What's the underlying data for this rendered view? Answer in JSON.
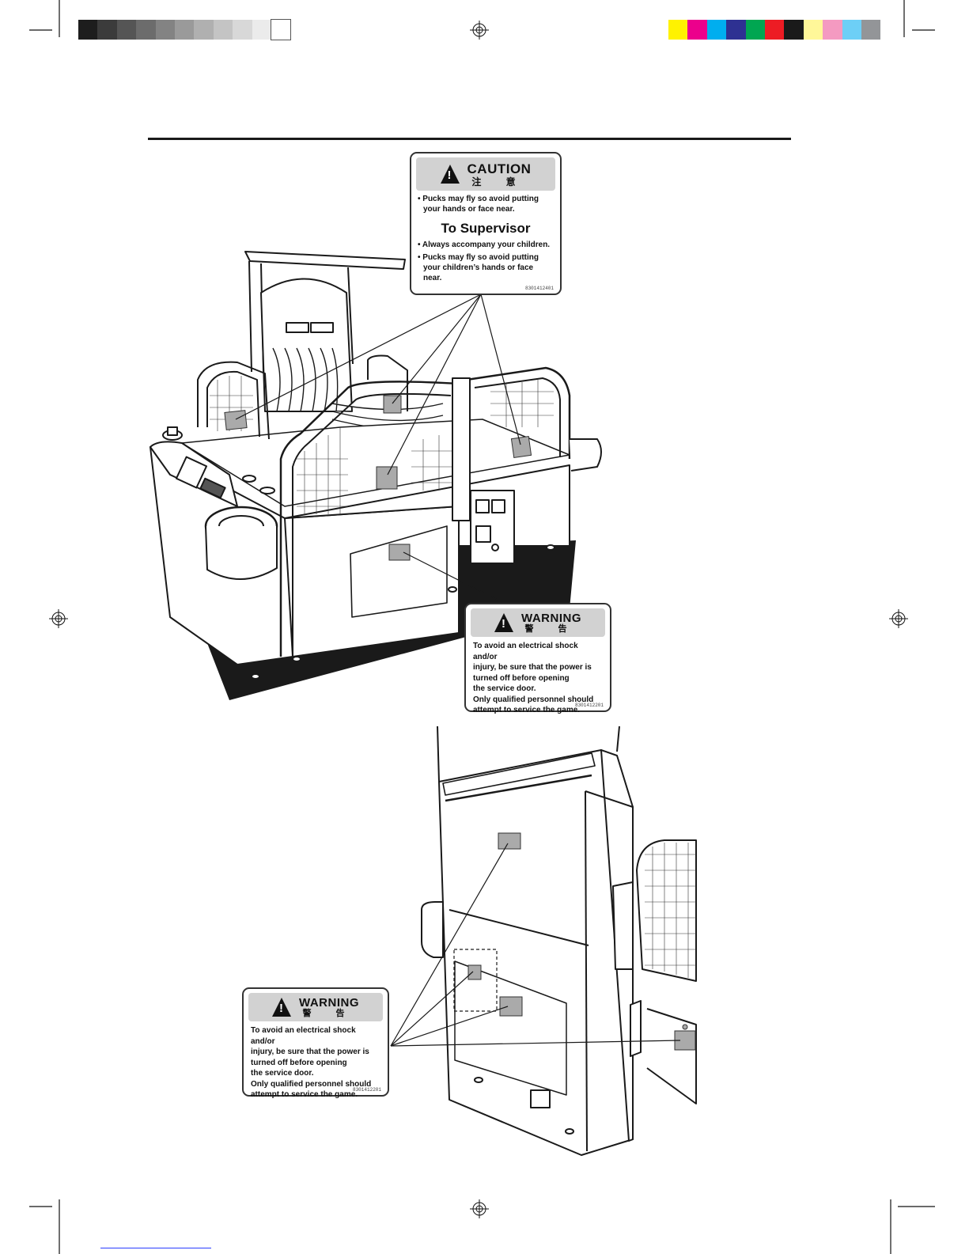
{
  "gray_swatches": [
    "#1d1d1d",
    "#3b3b3b",
    "#555555",
    "#6c6c6c",
    "#838383",
    "#9a9a9a",
    "#b0b0b0",
    "#c4c4c4",
    "#d8d8d8",
    "#ebebeb",
    "#ffffff"
  ],
  "color_swatches": [
    "#fff200",
    "#ec008c",
    "#00aeef",
    "#2e3192",
    "#00a651",
    "#ed1c24",
    "#1a1a1a",
    "#fff799",
    "#f49ac1",
    "#6dcff6",
    "#939598"
  ],
  "caution_label": {
    "title": "CAUTION",
    "title_cn": "注 意",
    "line1": "• Pucks may fly so avoid putting",
    "line2": "your hands or face near.",
    "subheading": "To Supervisor",
    "line3": "• Always accompany your children.",
    "line4": "• Pucks may fly so avoid putting",
    "line5": "your children’s hands or face near.",
    "code": "8301412401"
  },
  "warning_label_top": {
    "title": "WARNING",
    "title_cn": "警 告",
    "lines": [
      "To avoid an electrical shock and/or",
      "injury, be sure that the power is",
      "turned off before opening",
      "the service door.",
      "Only qualified personnel should",
      "attempt to service the game."
    ],
    "code": "8301412201"
  },
  "warning_label_bottom": {
    "title": "WARNING",
    "title_cn": "警 告",
    "lines": [
      "To avoid an electrical shock and/or",
      "injury, be sure that the power is",
      "turned off before opening",
      "the service door.",
      "Only qualified personnel should",
      "attempt to service the game."
    ],
    "code": "8301412201"
  }
}
